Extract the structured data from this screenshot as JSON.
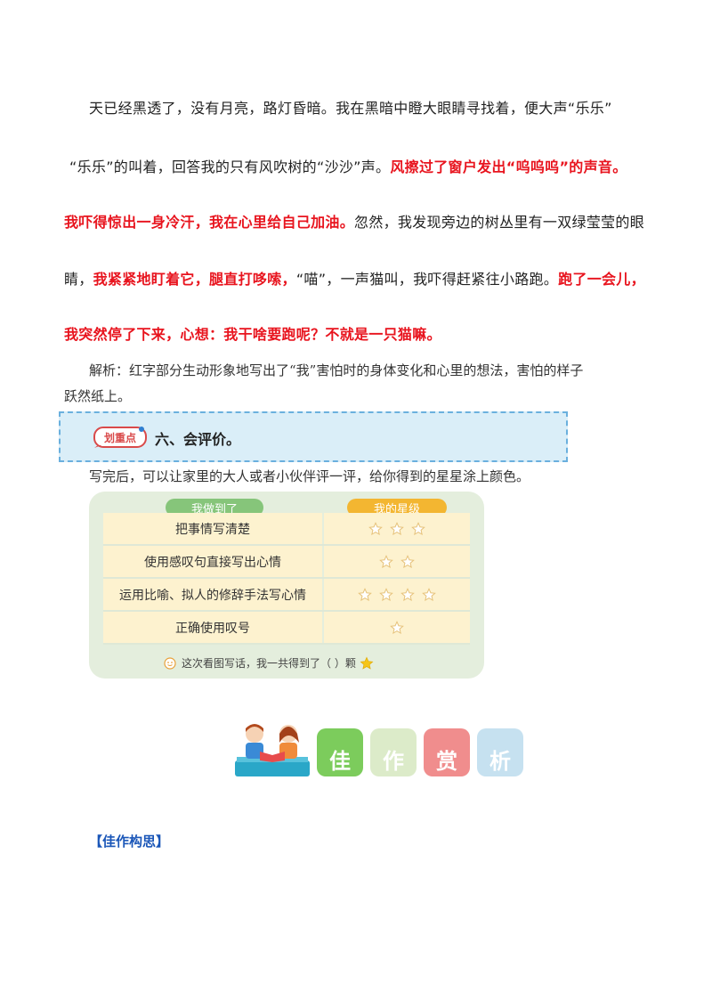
{
  "story": {
    "l1": "天已经黑透了，没有月亮，路灯昏暗。我在黑暗中瞪大眼睛寻找着，便大声“乐乐”",
    "l2a": "“乐乐”的叫着，回答我的只有风吹树的“沙沙”声。",
    "l2b": "风擦过了窗户发出“呜呜呜”的声音。",
    "l3a": "我吓得惊出一身冷汗，我在心里给自己加油。",
    "l3b": "忽然，我发现旁边的树丛里有一双绿莹莹的眼",
    "l4a": "睛，",
    "l4b": "我紧紧地盯着它，腿直打哆嗦，",
    "l4c": "“喵”，一声猫叫，我吓得赶紧往小路跑。",
    "l4d": "跑了一会儿，",
    "l5": "我突然停了下来，心想：我干啥要跑呢？不就是一只猫嘛。"
  },
  "analysis": {
    "l1": "解析：红字部分生动形象地写出了“我”害怕时的身体变化和心里的想法，害怕的样子",
    "l2": "跃然纸上。"
  },
  "banner": {
    "badge_text": "划重点",
    "title": "六、会评价。"
  },
  "instruction": "写完后，可以让家里的大人或者小伙伴评一评，给你得到的星星涂上颜色。",
  "table": {
    "header_left": "我做到了",
    "header_right": "我的星级",
    "rows": [
      {
        "label": "把事情写清楚",
        "stars": 3
      },
      {
        "label": "使用感叹句直接写出心情",
        "stars": 2
      },
      {
        "label": "运用比喻、拟人的修辞手法写心情",
        "stars": 4
      },
      {
        "label": "正确使用叹号",
        "stars": 1
      }
    ],
    "summary": "这次看图写话，我一共得到了（    ）颗"
  },
  "tiles": [
    {
      "char": "佳",
      "color": "#7ccc5c"
    },
    {
      "char": "作",
      "color": "#dcebc9"
    },
    {
      "char": "赏",
      "color": "#f08d8d"
    },
    {
      "char": "析",
      "color": "#c6e1f0"
    }
  ],
  "section_title": "【佳作构思】",
  "colors": {
    "red": "#e8141e",
    "blue": "#1a56b8",
    "star_fill": "#f5c518"
  }
}
